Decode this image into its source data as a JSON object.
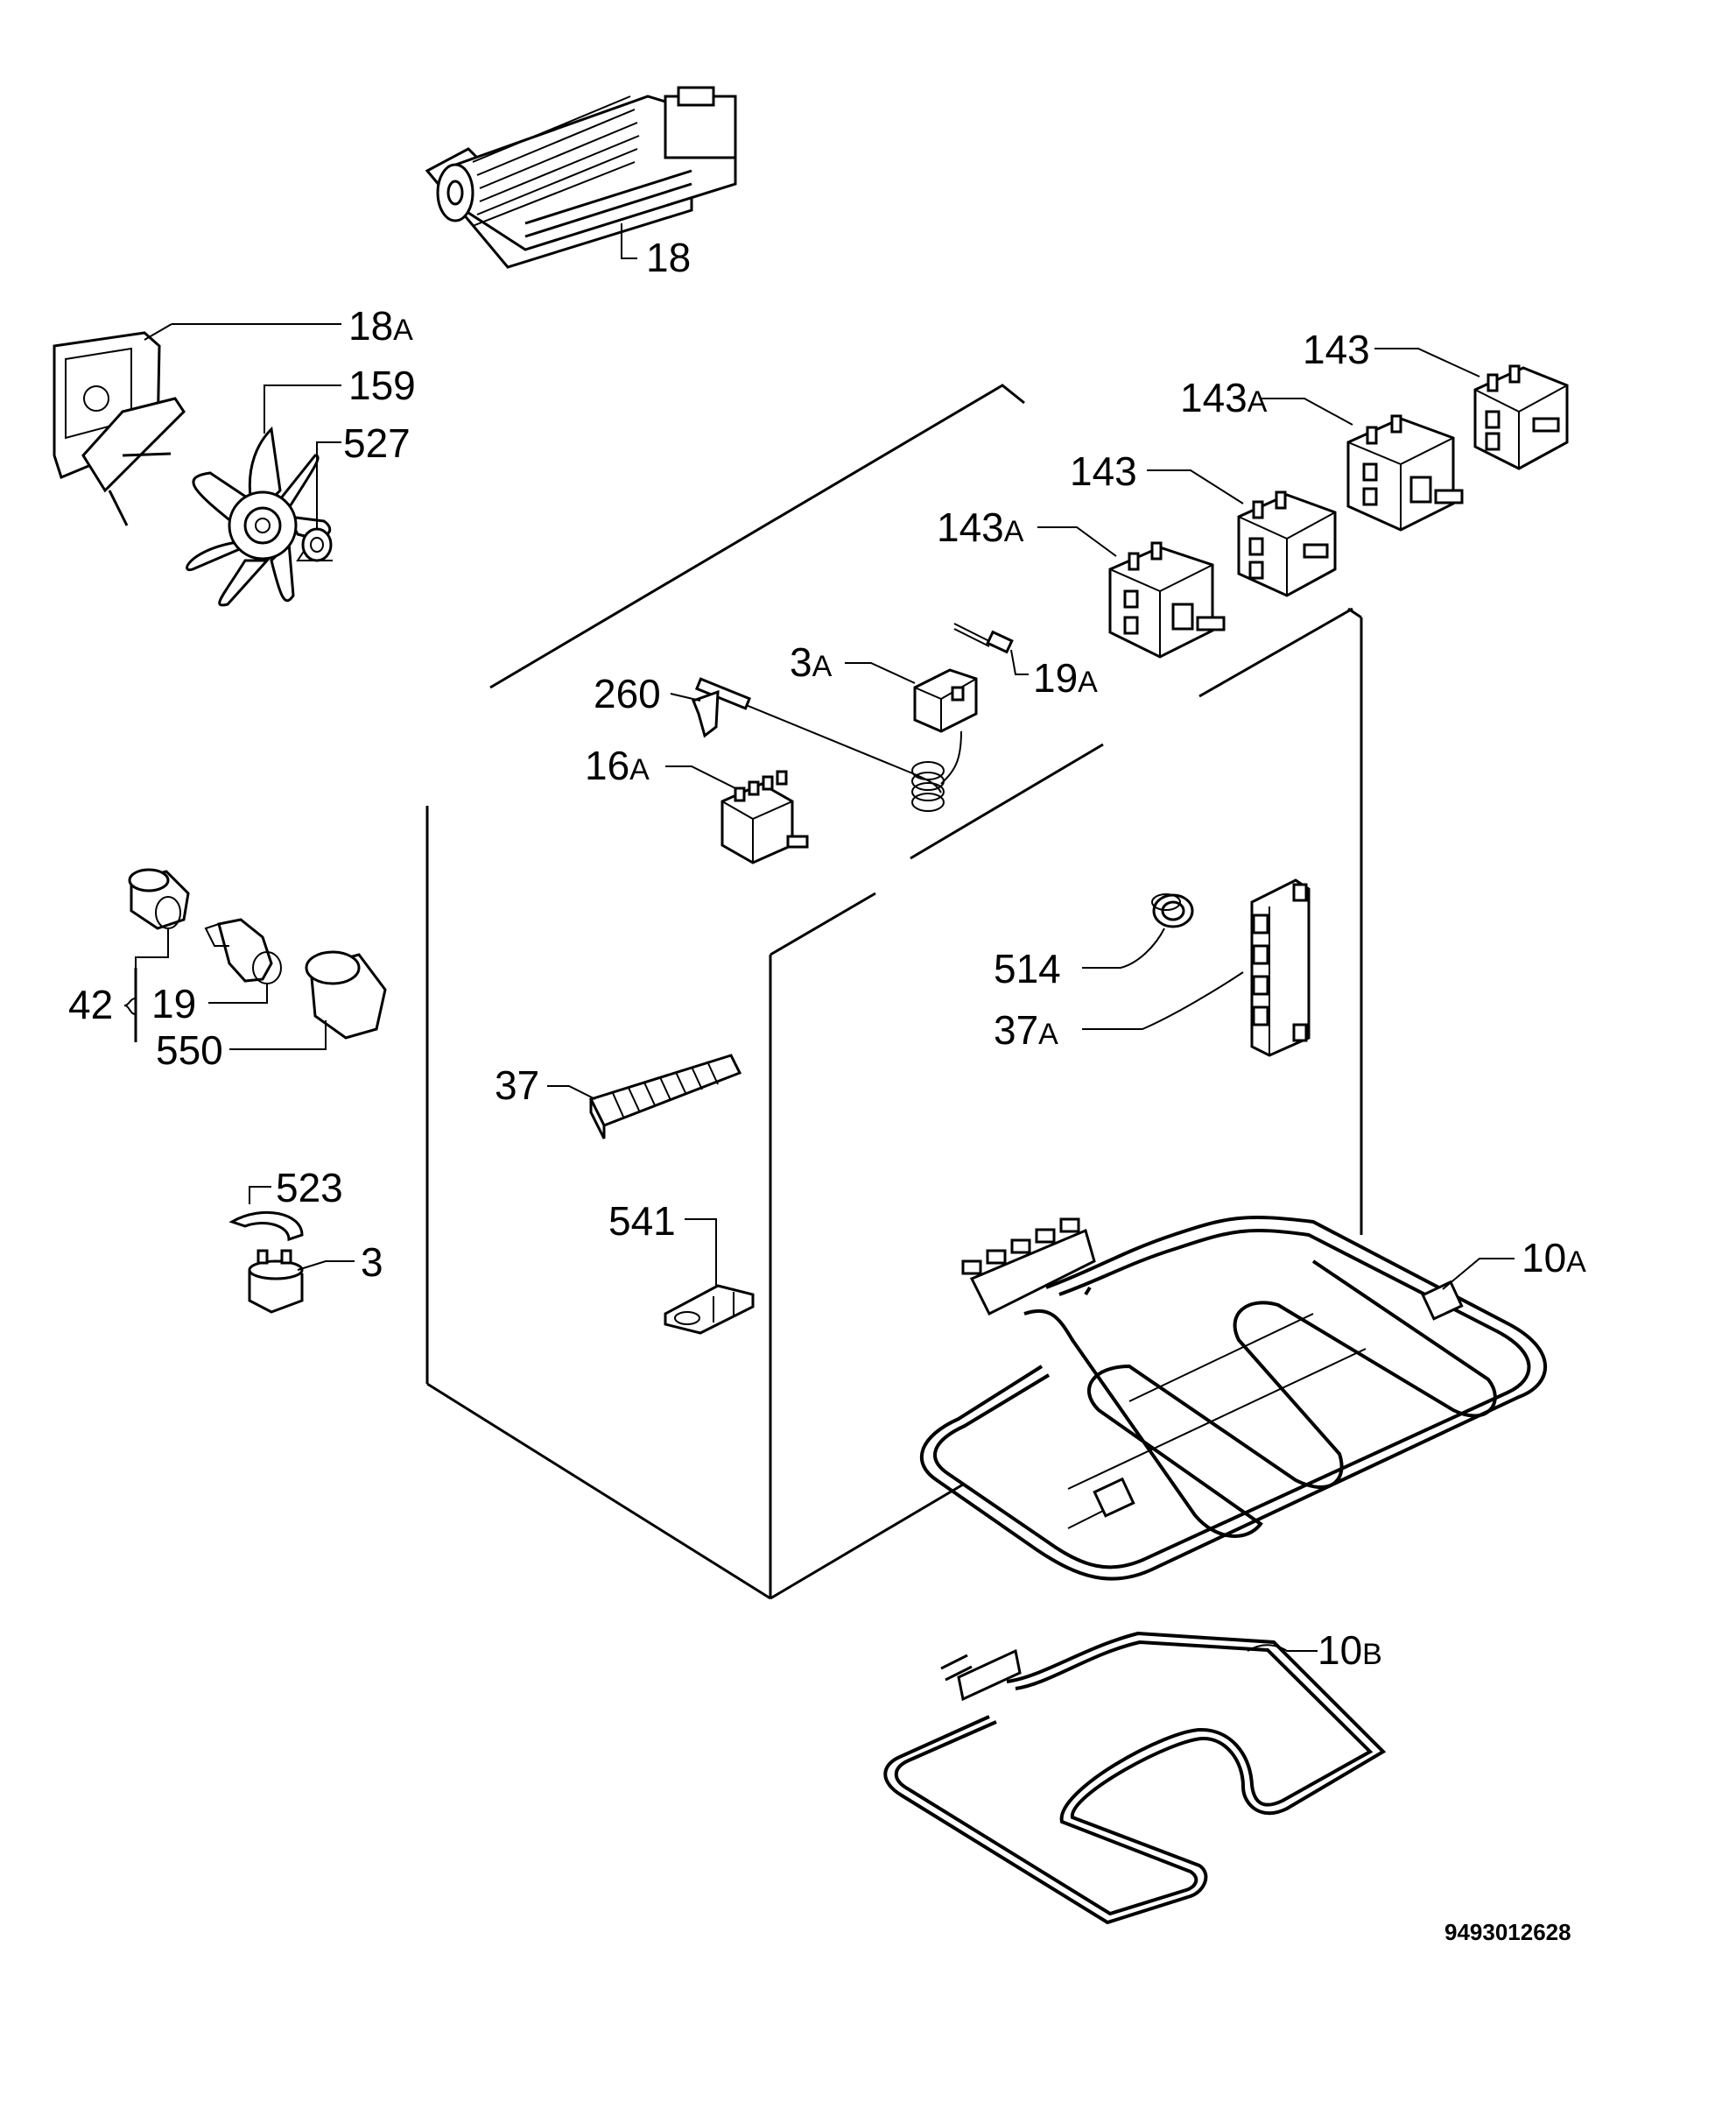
{
  "diagram": {
    "drawing_number": "9493012628",
    "callouts": [
      {
        "id": "fan-tangential",
        "num": "18",
        "suffix": ""
      },
      {
        "id": "fan-motor",
        "num": "18",
        "suffix": "A"
      },
      {
        "id": "fan-blade",
        "num": "159",
        "suffix": ""
      },
      {
        "id": "fan-nut",
        "num": "527",
        "suffix": ""
      },
      {
        "id": "switch-a-top",
        "num": "143",
        "suffix": ""
      },
      {
        "id": "switch-b-top",
        "num": "143",
        "suffix": "A"
      },
      {
        "id": "switch-a-mid",
        "num": "143",
        "suffix": ""
      },
      {
        "id": "switch-b-mid",
        "num": "143",
        "suffix": "A"
      },
      {
        "id": "thermostat",
        "num": "3",
        "suffix": "A"
      },
      {
        "id": "thermostat-probe",
        "num": "260",
        "suffix": ""
      },
      {
        "id": "lamp-indicator",
        "num": "19",
        "suffix": "A"
      },
      {
        "id": "selector-switch",
        "num": "16",
        "suffix": "A"
      },
      {
        "id": "lamp-socket-group",
        "num": "42",
        "suffix": ""
      },
      {
        "id": "lamp-bulb",
        "num": "19",
        "suffix": ""
      },
      {
        "id": "lamp-cover",
        "num": "550",
        "suffix": ""
      },
      {
        "id": "terminal-block",
        "num": "37",
        "suffix": ""
      },
      {
        "id": "grommet",
        "num": "514",
        "suffix": ""
      },
      {
        "id": "terminal-block-a",
        "num": "37",
        "suffix": "A"
      },
      {
        "id": "clip",
        "num": "523",
        "suffix": ""
      },
      {
        "id": "safety-thermostat",
        "num": "3",
        "suffix": ""
      },
      {
        "id": "holder",
        "num": "541",
        "suffix": ""
      },
      {
        "id": "grill-element",
        "num": "10",
        "suffix": "A"
      },
      {
        "id": "bottom-element",
        "num": "10",
        "suffix": "B"
      }
    ]
  }
}
